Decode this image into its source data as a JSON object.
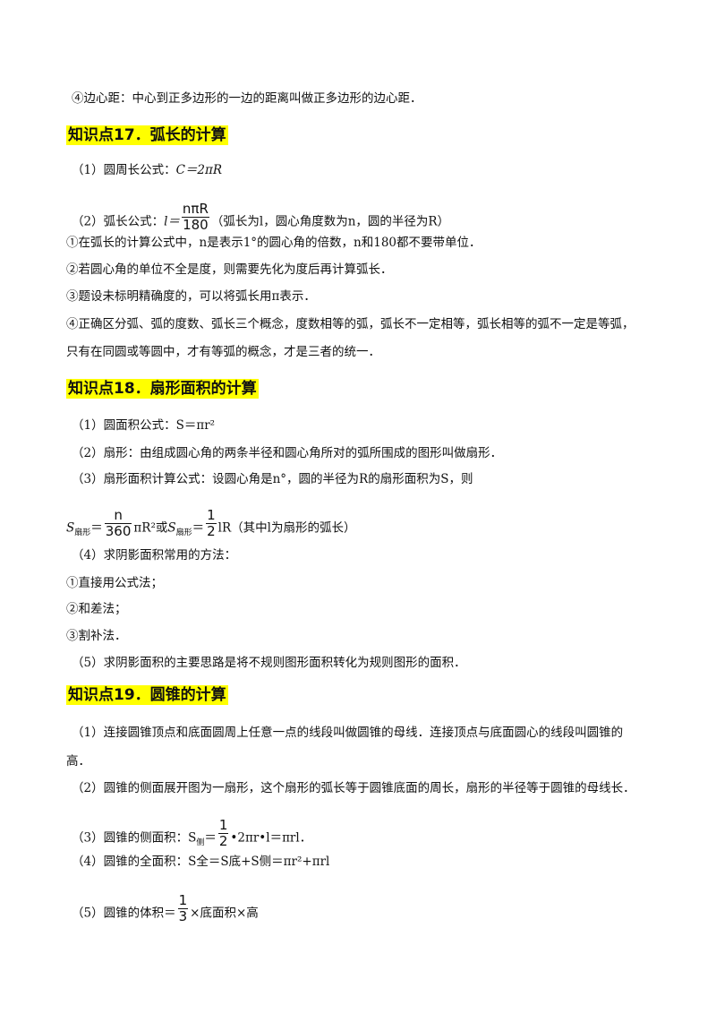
{
  "top_item": "④边心距：中心到正多边形的一边的距离叫做正多边形的边心距．",
  "sections": [
    {
      "heading": "知识点17．弧长的计算",
      "circumference": {
        "prefix": "（1）圆周长公式：",
        "formula": "C＝2πR"
      },
      "arc_formula": {
        "prefix": "（2）弧长公式：",
        "var": "l＝",
        "num": "nπR",
        "den": "180",
        "suffix": "（弧长为l，圆心角度数为n，圆的半径为R）"
      },
      "notes": [
        "①在弧长的计算公式中，n是表示1°的圆心角的倍数，n和180都不要带单位．",
        "②若圆心角的单位不全是度，则需要先化为度后再计算弧长．",
        "③题设未标明精确度的，可以将弧长用π表示．",
        "④正确区分弧、弧的度数、弧长三个概念，度数相等的弧，弧长不一定相等，弧长相等的弧不一定是等弧，",
        "只有在同圆或等圆中，才有等弧的概念，才是三者的统一．"
      ]
    },
    {
      "heading": "知识点18．扇形面积的计算",
      "items": [
        "（1）圆面积公式：S＝πr²",
        "（2）扇形：由组成圆心角的两条半径和圆心角所对的弧所围成的图形叫做扇形．",
        "（3）扇形面积计算公式：设圆心角是n°，圆的半径为R的扇形面积为S，则"
      ],
      "sector_formula": {
        "s1": "S",
        "sub1": "扇形",
        "eq1": "＝",
        "frac1_num": "n",
        "frac1_den": "360",
        "tail1": "πR²或",
        "s2": "S",
        "sub2": "扇形",
        "eq2": "＝",
        "frac2_num": "1",
        "frac2_den": "2",
        "tail2": "lR（其中l为扇形的弧长）"
      },
      "methods_title": "（4）求阴影面积常用的方法：",
      "methods": [
        "①直接用公式法；",
        "②和差法；",
        "③割补法．"
      ],
      "item5": "（5）求阴影面积的主要思路是将不规则图形面积转化为规则图形的面积．"
    },
    {
      "heading": "知识点19．圆锥的计算",
      "item1_a": "（1）连接圆锥顶点和底面圆周上任意一点的线段叫做圆锥的母线．连接顶点与底面圆心的线段叫圆锥的",
      "item1_b": "高．",
      "item2": "（2）圆锥的侧面展开图为一扇形，这个扇形的弧长等于圆锥底面的周长，扇形的半径等于圆锥的母线长．",
      "lateral": {
        "prefix": "（3）圆锥的侧面积：S",
        "sub": "侧",
        "eq": "＝",
        "num": "1",
        "den": "2",
        "tail": "•2πr•l＝πrl．"
      },
      "total": "（4）圆锥的全面积：S全＝S底+S侧＝πr²+πrl",
      "volume": {
        "prefix": "（5）圆锥的体积＝",
        "num": "1",
        "den": "3",
        "tail": "×底面积×高"
      }
    }
  ]
}
